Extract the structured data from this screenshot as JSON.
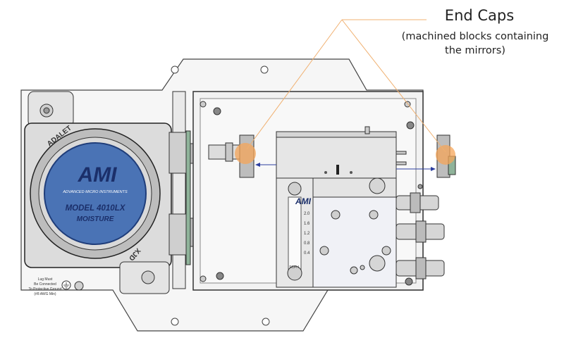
{
  "callout": {
    "title": "End Caps",
    "subtitle_line1": "(machined blocks containing",
    "subtitle_line2": "the mirrors)"
  },
  "device": {
    "brand_logo": "AMI",
    "brand_subtitle": "ADVANCED MICRO INSTRUMENTS",
    "model_line1": "MODEL 4010LX",
    "model_line2": "MOISTURE",
    "housing_marking_top": "ADALET",
    "housing_marking_bottom": "XJD",
    "flowmeter_logo": "AMI",
    "flowmeter_scale": [
      "2.0",
      "1.6",
      "1.2",
      "0.8",
      "0.4"
    ],
    "flowmeter_unit": "SCFH",
    "ground_note": [
      "Lug Must",
      "Be Connected",
      "To Protective Ground",
      "(#8 AWG Min)"
    ]
  },
  "colors": {
    "callout_line": "#f0b070",
    "highlight": "#f6a55a",
    "window_blue": "#4a73b5",
    "arrow": "#2b3ea0",
    "outline": "#333333"
  }
}
